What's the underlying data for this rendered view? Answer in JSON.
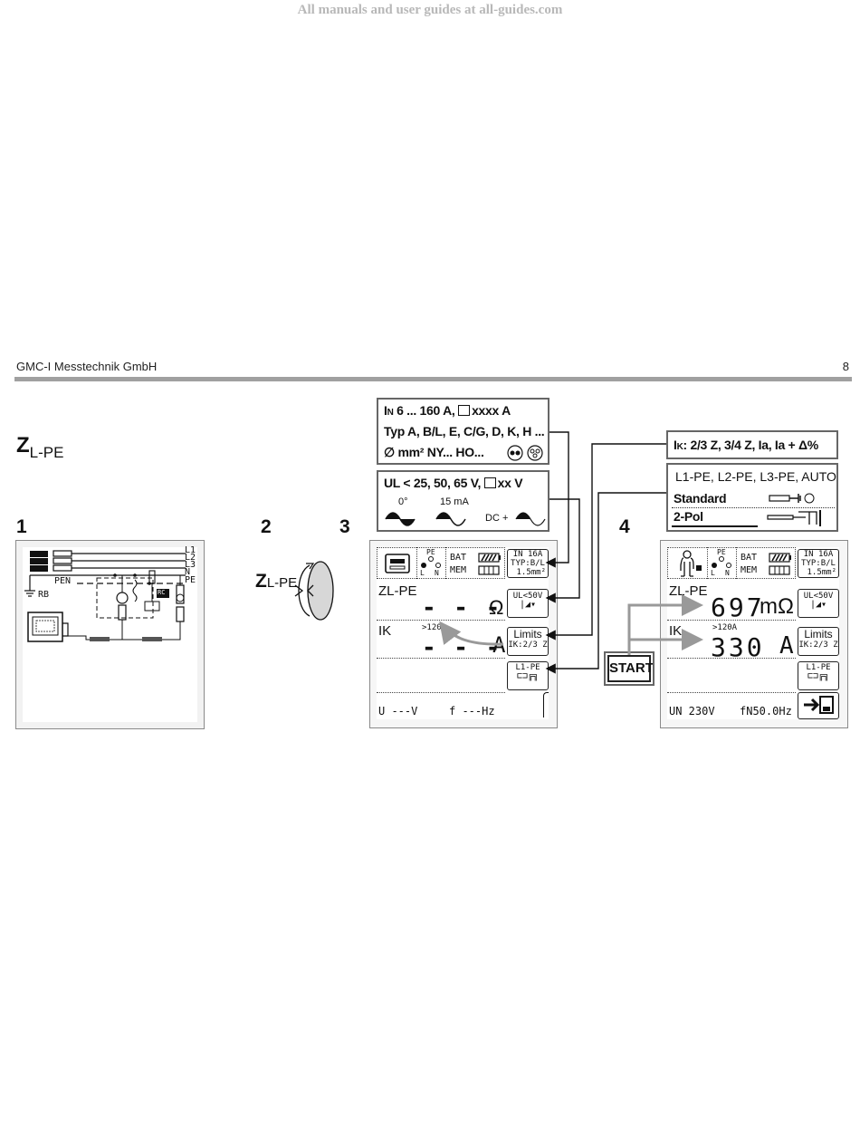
{
  "watermark": "All manuals and user guides at all-guides.com",
  "header": {
    "company": "GMC-I Messtechnik GmbH",
    "page": "8"
  },
  "section": {
    "symbol": "Z",
    "sub": "L-PE"
  },
  "steps": {
    "s1": "1",
    "s2": "2",
    "s3": "3",
    "s4": "4"
  },
  "circuit": {
    "L1": "L1",
    "L2": "L2",
    "L3": "L3",
    "N": "N",
    "PE": "PE",
    "PEN": "PEN",
    "RB": "RB",
    "RC": "RC"
  },
  "rotary": {
    "symbol": "Z",
    "sub": "L-PE"
  },
  "info_in": {
    "line1_sym": "I",
    "line1_sub": "N",
    "line1_text": " 6 ... 160 A, ",
    "line1_tail": "xxxx A",
    "line2": "Typ A, B/L, E, C/G, D, K, H ...",
    "line3_sym": "∅",
    "line3_text": " mm² NY... HO..."
  },
  "info_ul": {
    "line1": "UL < 25, 50, 65 V, ",
    "line1_tail": "xx V",
    "w1": "0°",
    "w2": "15 mA",
    "w3": "DC +"
  },
  "info_ik": {
    "sym": "I",
    "sub": "K",
    "text": ": 2/3 Z, 3/4 Z, Ia, Ia + Δ%"
  },
  "info_conn": {
    "line1": "L1-PE, L2-PE, L3-PE, AUTO",
    "opt1": "Standard",
    "opt2": "2-Pol"
  },
  "lcd_common": {
    "pe_top": "PE",
    "pe_l": "L",
    "pe_n": "N",
    "bat": "BAT",
    "mem": "MEM",
    "sk1a": "IN 16A",
    "sk1b": "TYP:B/L",
    "sk1c": "1.5mm²",
    "sk2": "UL<50V",
    "sk3a": "Limits",
    "sk3b": "IK:2/3 Z",
    "sk4": "L1-PE",
    "zlpe_label": "ZL-PE",
    "ik_label": "IK",
    "ik_range": ">120A"
  },
  "lcd_left": {
    "z_value": "- - -",
    "z_unit": "Ω",
    "ik_value": "- - -",
    "ik_unit": "A",
    "u_text": "U  ---V",
    "f_text": "f  ---Hz"
  },
  "lcd_right": {
    "z_value": "697",
    "z_unit": "mΩ",
    "ik_value": "330",
    "ik_unit": "A",
    "u_text": "UN 230V",
    "f_text": "fN50.0Hz"
  },
  "start": "START"
}
